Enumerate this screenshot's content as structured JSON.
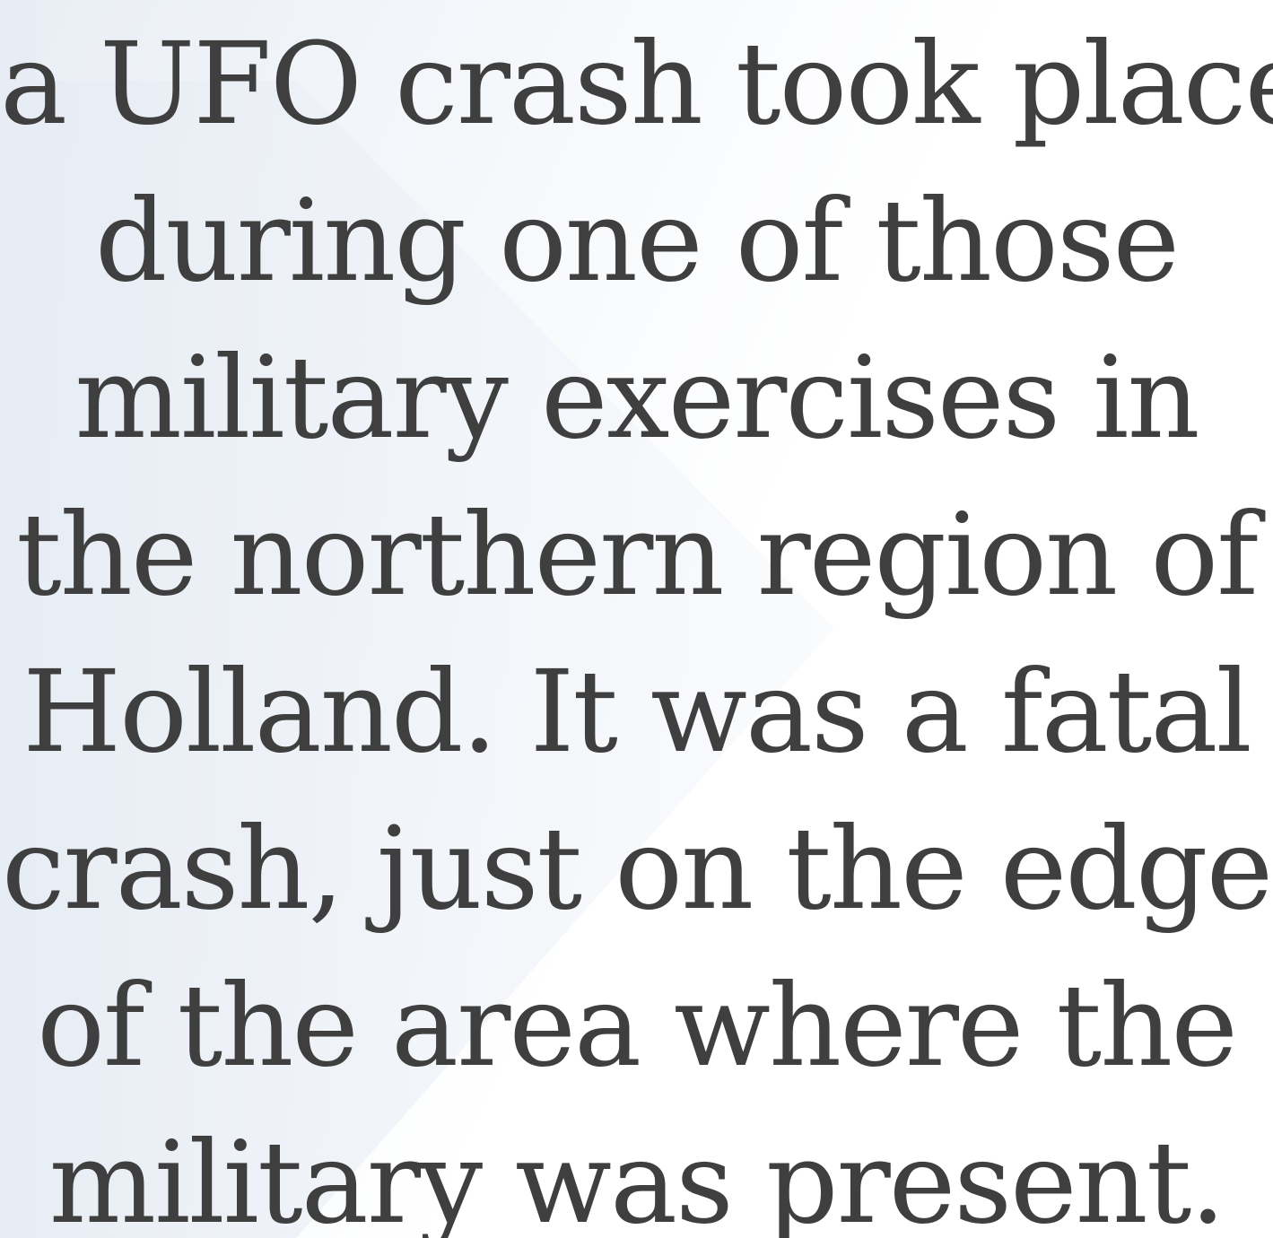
{
  "quote": {
    "lines": [
      "a UFO crash took place",
      "during one of those",
      "military exercises in",
      "the northern region of",
      "Holland. It was a fatal",
      "crash, just on the edge",
      "of the area where the",
      "military was present."
    ]
  },
  "colors": {
    "text": "#3f3f3f",
    "background": "#ffffff",
    "wash": "#e9eef5"
  }
}
